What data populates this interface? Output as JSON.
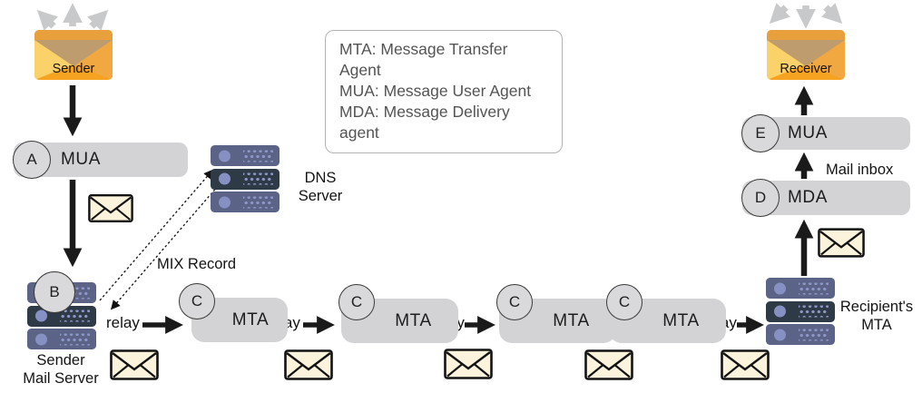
{
  "legend": {
    "lines": [
      "MTA: Message Transfer Agent",
      "MUA: Message User Agent",
      "MDA: Message Delivery agent"
    ]
  },
  "sender": {
    "label": "Sender"
  },
  "receiver": {
    "label": "Receiver"
  },
  "nodes": {
    "mua_a": {
      "badge": "A",
      "label": "MUA"
    },
    "mail_server": {
      "badge": "B",
      "name": [
        "Sender",
        "Mail Server"
      ]
    },
    "dns": {
      "name": [
        "DNS",
        "Server"
      ]
    },
    "recipient_mta": {
      "name": [
        "Recipient's",
        "MTA"
      ]
    },
    "mda": {
      "badge": "D",
      "label": "MDA"
    },
    "mua_e": {
      "badge": "E",
      "label": "MUA"
    }
  },
  "chain": {
    "mtas": [
      {
        "badge": "C",
        "label": "MTA"
      },
      {
        "badge": "C",
        "label": "MTA"
      },
      {
        "badge": "C",
        "label": "MTA"
      },
      {
        "badge": "C",
        "label": "MTA"
      }
    ],
    "relays": [
      "relay",
      "relay",
      "relay",
      "relay"
    ]
  },
  "labels": {
    "mix_record": "MIX Record",
    "mail_inbox": "Mail inbox"
  },
  "icons": {
    "envelope_big": "orange-envelope-icon",
    "envelope_small": "mail-message-icon",
    "server": "server-stack-icon",
    "fan_arrows": "broadcast-arrows-icon"
  },
  "colors": {
    "envelope_base": "#F6A321",
    "envelope_flap": "#BE9C6D",
    "envelope_fold_light": "#FBD169",
    "envelope_fold_right": "#F2A840",
    "envelope_top_band": "#E8A03C",
    "server_body": "#5B6486",
    "server_dark": "#2E3A46",
    "server_accent": "#8690C2",
    "pill_gray": "#D3D3D5",
    "mail_cream": "#FCF3DC",
    "arrow_black": "#1A1A1A",
    "arrow_gray": "#C8C9CA",
    "legend_text": "#545456"
  }
}
